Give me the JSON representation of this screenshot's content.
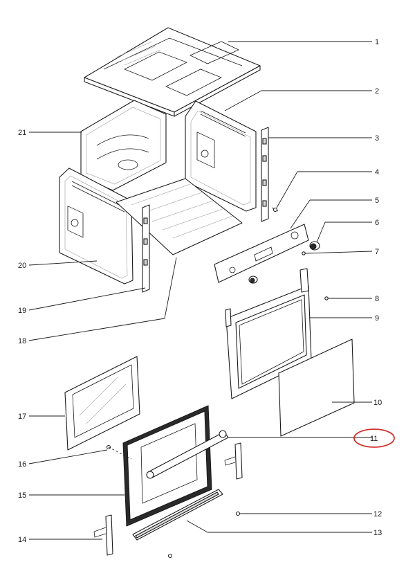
{
  "diagram": {
    "callouts": [
      {
        "id": "1",
        "label": "1"
      },
      {
        "id": "2",
        "label": "2"
      },
      {
        "id": "3",
        "label": "3"
      },
      {
        "id": "4",
        "label": "4"
      },
      {
        "id": "5",
        "label": "5"
      },
      {
        "id": "6",
        "label": "6"
      },
      {
        "id": "7",
        "label": "7"
      },
      {
        "id": "8",
        "label": "8"
      },
      {
        "id": "9",
        "label": "9"
      },
      {
        "id": "10",
        "label": "10"
      },
      {
        "id": "11",
        "label": "11"
      },
      {
        "id": "12",
        "label": "12"
      },
      {
        "id": "13",
        "label": "13"
      },
      {
        "id": "14",
        "label": "14"
      },
      {
        "id": "15",
        "label": "15"
      },
      {
        "id": "16",
        "label": "16"
      },
      {
        "id": "17",
        "label": "17"
      },
      {
        "id": "18",
        "label": "18"
      },
      {
        "id": "19",
        "label": "19"
      },
      {
        "id": "20",
        "label": "20"
      },
      {
        "id": "21",
        "label": "21"
      }
    ],
    "highlighted_callout": "11",
    "highlight_color": "#d0302c",
    "line_color": "#1a1a1a"
  }
}
